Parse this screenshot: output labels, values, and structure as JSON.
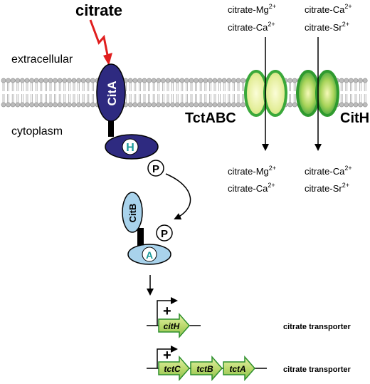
{
  "title": "citrate",
  "labels": {
    "extracellular": "extracellular",
    "cytoplasm": "cytoplasm"
  },
  "proteins": {
    "cita": "CitA",
    "h_domain": "H",
    "phosphate": "P",
    "citb": "CitB",
    "a_domain": "A"
  },
  "transporters": {
    "tctabc": {
      "name": "TctABC",
      "top_ions": [
        "citrate-Mg",
        "citrate-Ca"
      ],
      "bottom_ions": [
        "citrate-Mg",
        "citrate-Ca"
      ],
      "charge": "2+"
    },
    "cith": {
      "name": "CitH",
      "top_ions": [
        "citrate-Ca",
        "citrate-Sr"
      ],
      "bottom_ions": [
        "citrate-Ca",
        "citrate-Sr"
      ],
      "charge": "2+"
    }
  },
  "genes": {
    "operon1": {
      "plus": "+",
      "genes": [
        "citH"
      ],
      "label": "citrate transporter"
    },
    "operon2": {
      "plus": "+",
      "genes": [
        "tctC",
        "tctB",
        "tctA"
      ],
      "label": "citrate transporter"
    }
  },
  "colors": {
    "cita_fill": "#2e2a80",
    "citb_fill": "#a9d3ec",
    "domain_letter": "#1a9a9a",
    "lightning": "#e01e1e",
    "membrane_head": "#bcbcbc",
    "transporter_ring": "#3aa83a",
    "transporter_fill": "#e4ee9a",
    "gene_fill": "#c5de7a",
    "gene_stroke": "#2d8f2d"
  }
}
